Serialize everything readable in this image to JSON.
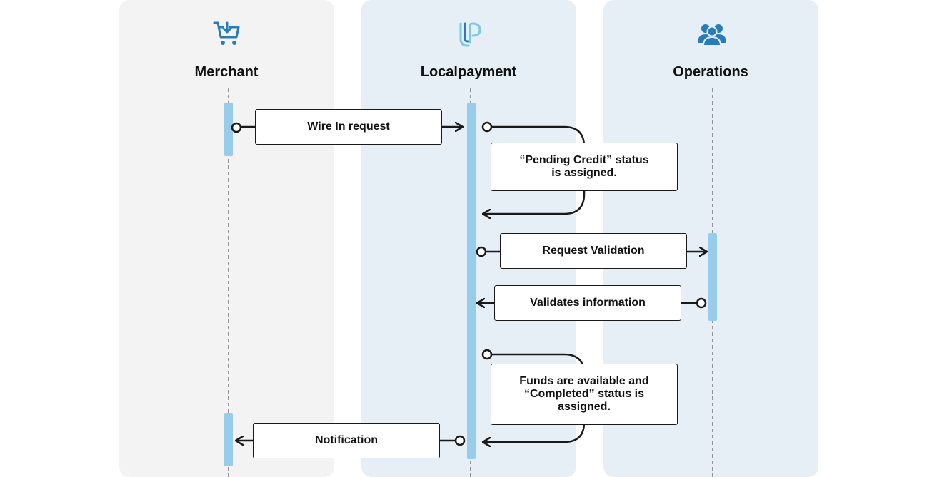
{
  "lanes": {
    "merchant": {
      "title": "Merchant",
      "icon": "shopping-cart-icon"
    },
    "localpayment": {
      "title": "Localpayment",
      "icon": "localpayment-logo-icon"
    },
    "operations": {
      "title": "Operations",
      "icon": "users-group-icon"
    }
  },
  "messages": {
    "wire_in": "Wire In  request",
    "pending_credit": "“Pending Credit” status\nis assigned.",
    "request_validation": "Request Validation",
    "validates_information": "Validates information",
    "funds_available": "Funds are available and\n“Completed” status is\nassigned.",
    "notification": "Notification"
  },
  "colors": {
    "merchant_lane": "#f3f3f3",
    "lane_blue": "#e7eff6",
    "activation_bar": "#97cdea",
    "icon_blue": "#2b7bb9",
    "line": "#1a1a1a"
  }
}
